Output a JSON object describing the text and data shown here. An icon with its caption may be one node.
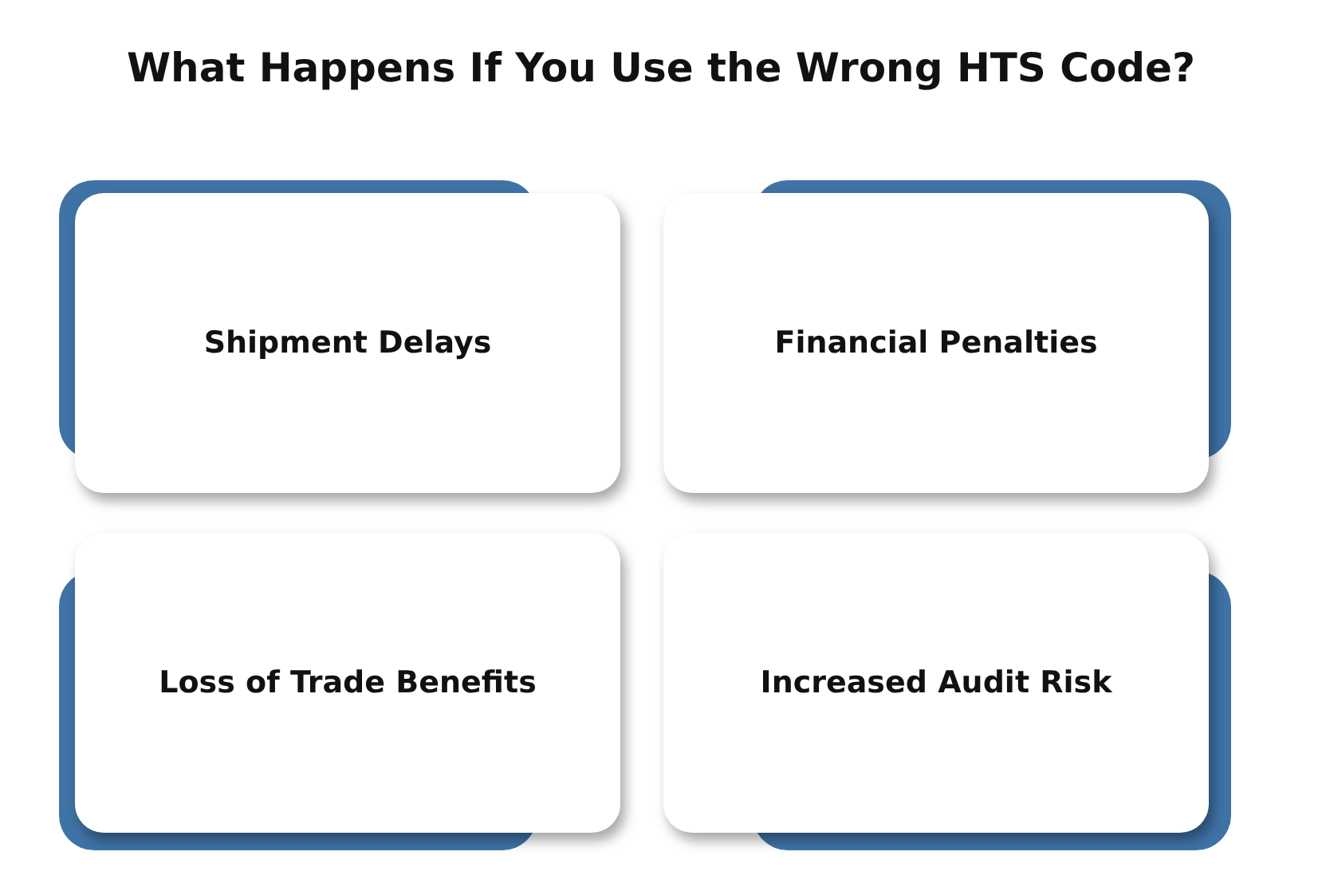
{
  "diagram": {
    "title": "What Happens If You Use the Wrong HTS Code?",
    "nodes": [
      {
        "text": [
          "Shipment Delays"
        ]
      },
      {
        "text": [
          "Financial Penalties"
        ]
      },
      {
        "text": [
          "Loss of Trade Benefits"
        ]
      },
      {
        "text": [
          "Increased Audit Risk"
        ]
      }
    ]
  }
}
